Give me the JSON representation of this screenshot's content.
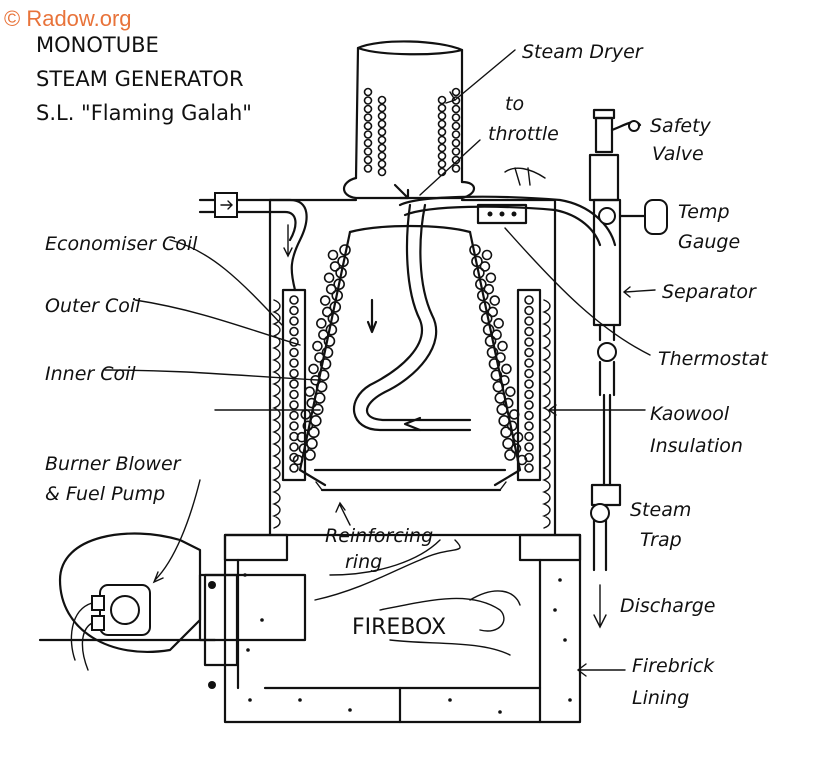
{
  "copyright": "© Radow.org",
  "title": {
    "line1": "MONOTUBE",
    "line2": "STEAM GENERATOR",
    "line3": "S.L. \"Flaming Galah\""
  },
  "labels": {
    "steam_dryer": "Steam Dryer",
    "to_throttle_1": "to",
    "to_throttle_2": "throttle",
    "safety_valve_1": "Safety",
    "safety_valve_2": "Valve",
    "temp_gauge_1": "Temp",
    "temp_gauge_2": "Gauge",
    "separator": "Separator",
    "thermostat": "Thermostat",
    "kaowool_1": "Kaowool",
    "kaowool_2": "Insulation",
    "steam_trap_1": "Steam",
    "steam_trap_2": "Trap",
    "discharge": "Discharge",
    "firebrick_1": "Firebrick",
    "firebrick_2": "Lining",
    "economiser_coil": "Economiser Coil",
    "outer_coil": "Outer Coil",
    "inner_coil": "Inner Coil",
    "burner_1": "Burner Blower",
    "burner_2": "& Fuel Pump",
    "reinforcing_1": "Reinforcing",
    "reinforcing_2": "ring",
    "firebox": "FIREBOX"
  }
}
